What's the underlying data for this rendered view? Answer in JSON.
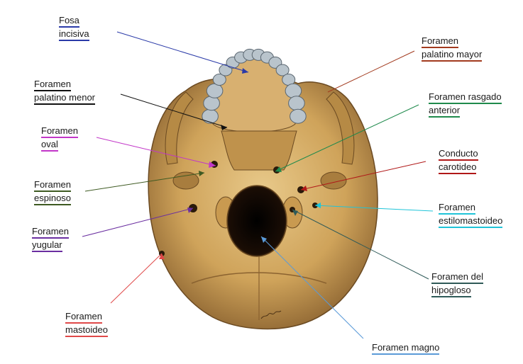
{
  "labels": [
    {
      "id": "fosa-incisiva",
      "lines": [
        "Fosa",
        "incisiva"
      ],
      "color": "#2a3aa8"
    },
    {
      "id": "foramen-palatino-mayor",
      "lines": [
        "Foramen",
        "palatino mayor"
      ],
      "color": "#a23a1e"
    },
    {
      "id": "foramen-palatino-menor",
      "lines": [
        "Foramen",
        "palatino menor"
      ],
      "color": "#111111"
    },
    {
      "id": "foramen-rasgado-anterior",
      "lines": [
        "Foramen rasgado",
        "anterior"
      ],
      "color": "#1f8a4c"
    },
    {
      "id": "foramen-oval",
      "lines": [
        "Foramen",
        "oval"
      ],
      "color": "#c236c8"
    },
    {
      "id": "conducto-carotideo",
      "lines": [
        "Conducto",
        "carotideo"
      ],
      "color": "#b01818"
    },
    {
      "id": "foramen-espinoso",
      "lines": [
        "Foramen",
        "espinoso"
      ],
      "color": "#3e5a22"
    },
    {
      "id": "foramen-estilomastoideo",
      "lines": [
        "Foramen",
        "estilomastoideo"
      ],
      "color": "#1fc4d8"
    },
    {
      "id": "foramen-yugular",
      "lines": [
        "Foramen",
        "yugular"
      ],
      "color": "#6a2ea0"
    },
    {
      "id": "foramen-del-hipogloso",
      "lines": [
        "Foramen del",
        "hipogloso"
      ],
      "color": "#2e5a58"
    },
    {
      "id": "foramen-mastoideo",
      "lines": [
        "Foramen",
        "mastoideo"
      ],
      "color": "#e04848"
    },
    {
      "id": "foramen-magno",
      "lines": [
        "Foramen magno"
      ],
      "color": "#5a9ad8"
    }
  ],
  "colors": {
    "bone": "#cfa35a",
    "bone_dark": "#8a6230",
    "bone_light": "#e8c98a",
    "teeth": "#b9c4cc",
    "cavity": "#1a0d05"
  }
}
